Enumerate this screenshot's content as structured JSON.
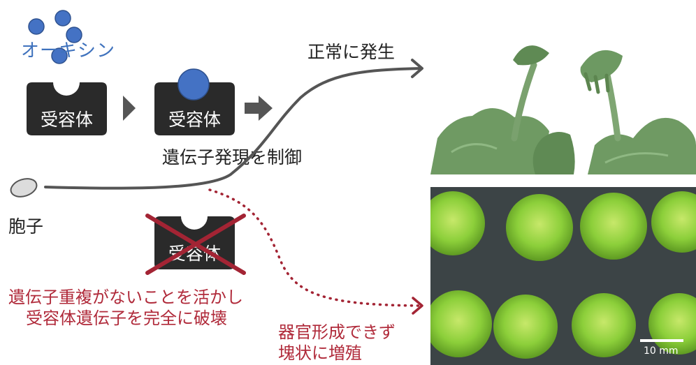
{
  "auxin": {
    "label": "オーキシン",
    "color": "#4472c4"
  },
  "receptor": {
    "label": "受容体",
    "color": "#2a2a2a"
  },
  "labels": {
    "normal_development": "正常に発生",
    "gene_control": "遺伝子発現を制御",
    "spore": "胞子",
    "knockout_line1": "遺伝子重複がないことを活かし",
    "knockout_line2": "受容体遺伝子を完全に破壊",
    "abnormal_line1": "器官形成できず",
    "abnormal_line2": "塊状に増殖"
  },
  "scale_bar": {
    "label": "10 mm"
  },
  "colors": {
    "arrow_gray": "#555555",
    "knockout_red": "#b02a3a",
    "cross_red": "#a32434",
    "callus_green": "#8ccf3a",
    "plate_dark": "#3c4446"
  }
}
